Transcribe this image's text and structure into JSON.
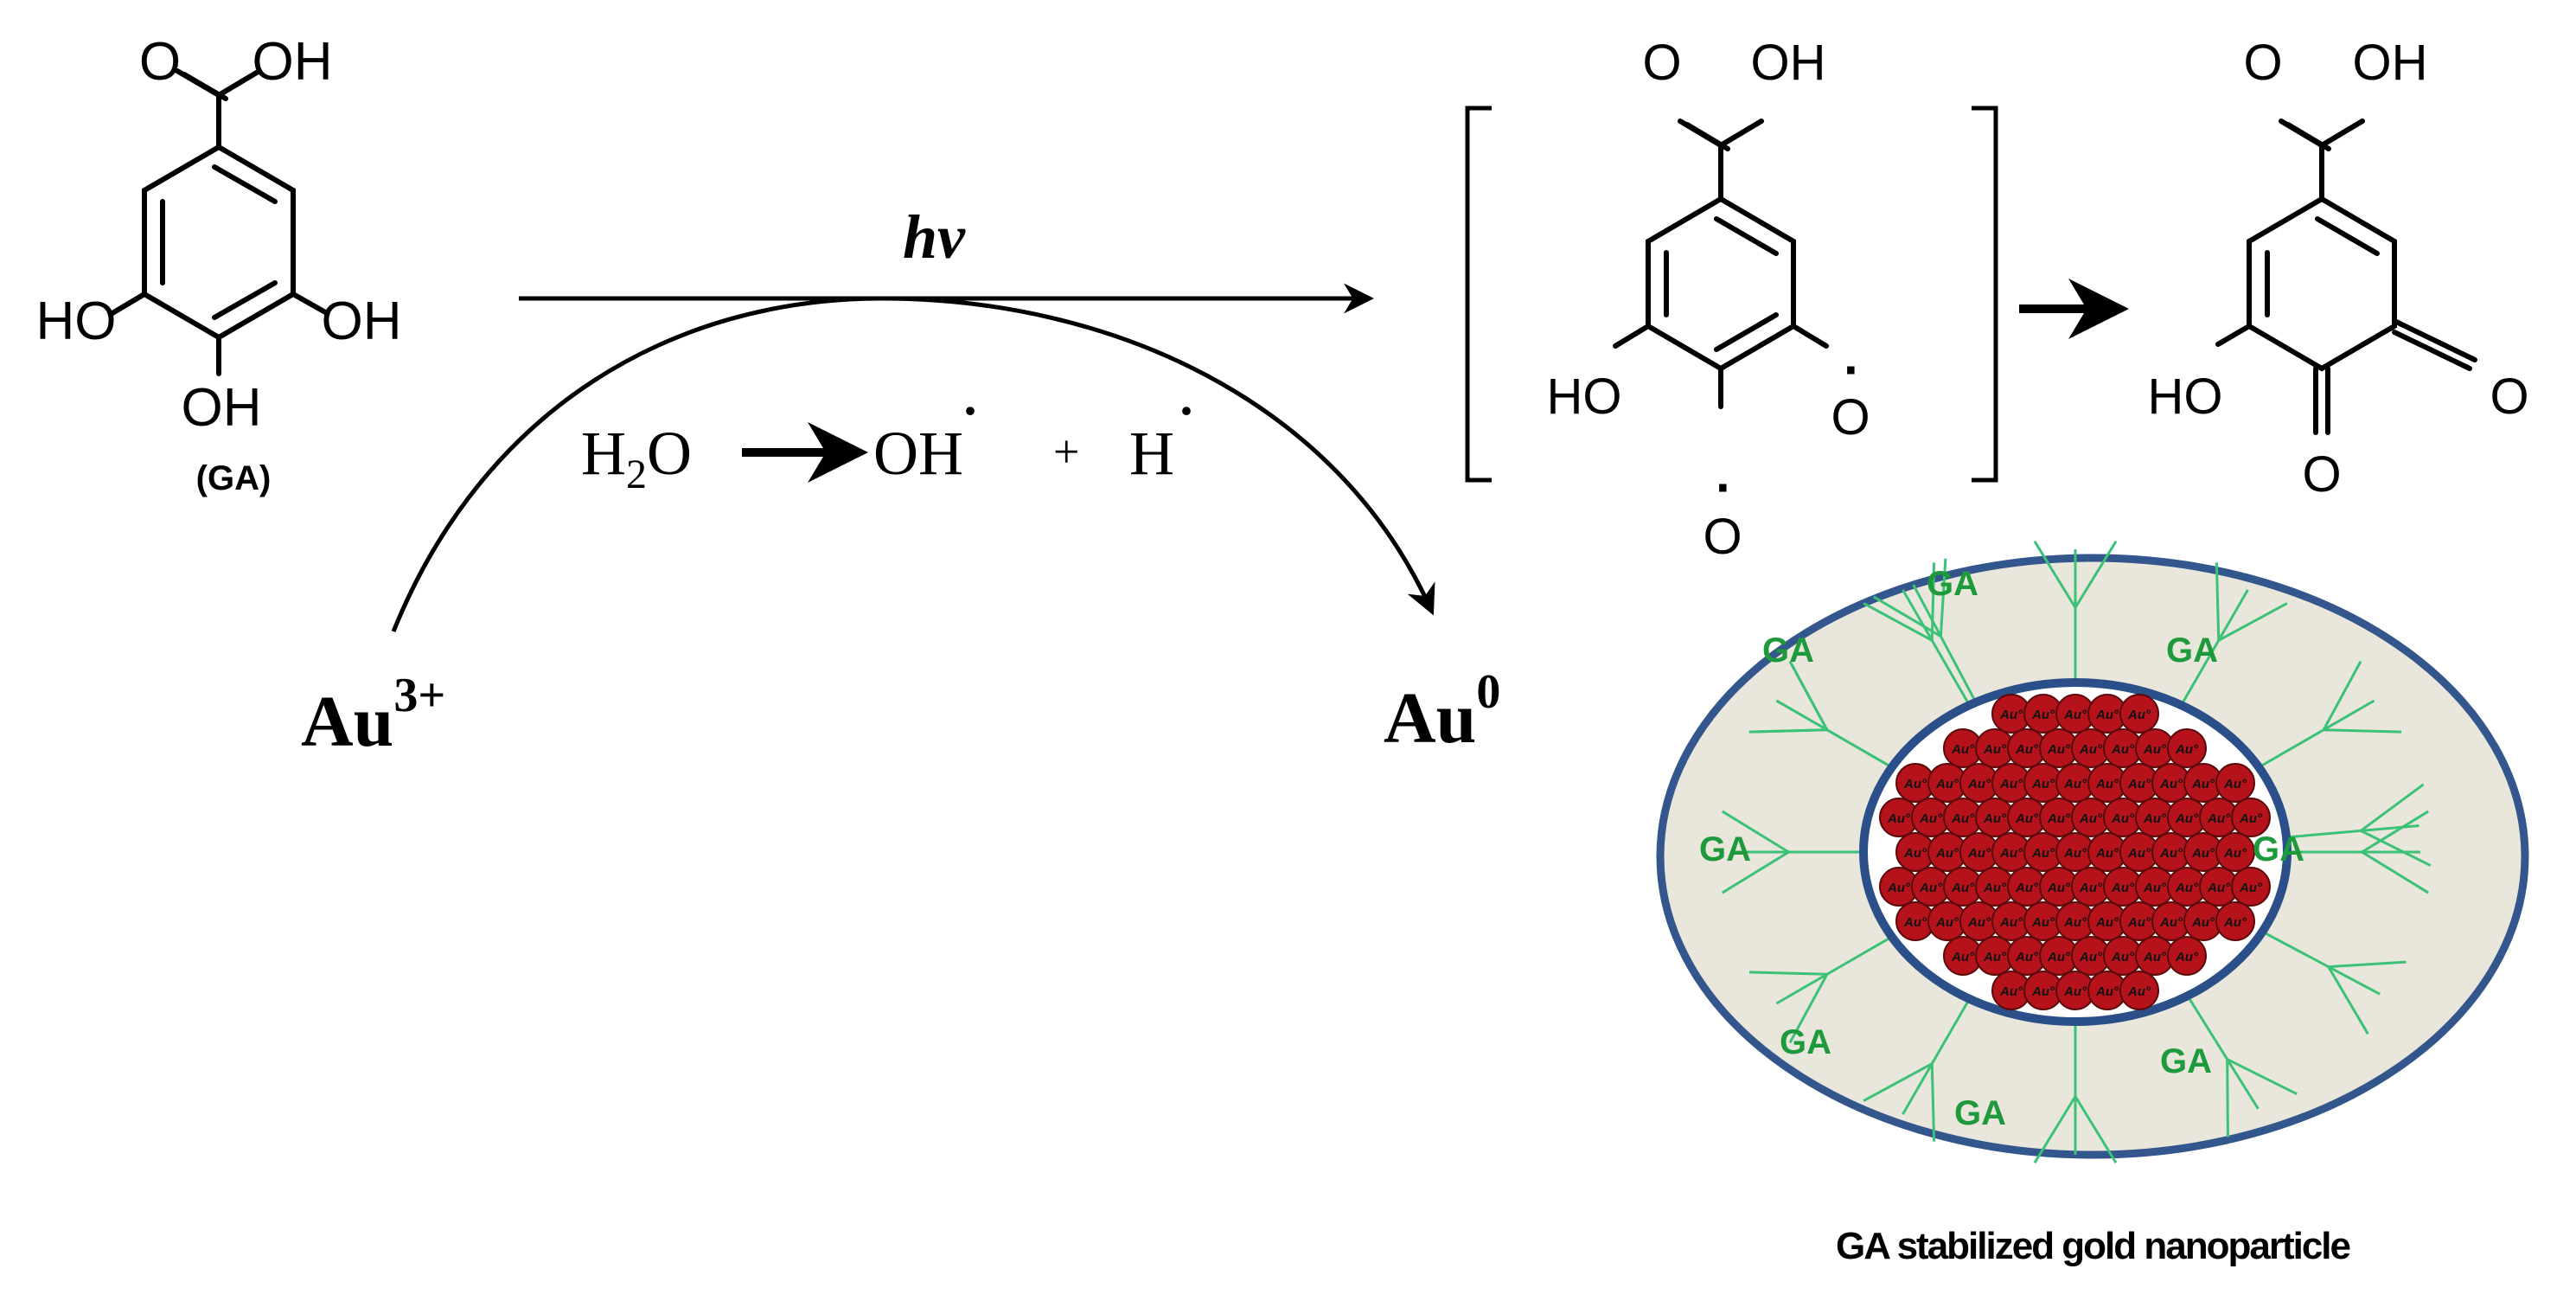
{
  "gallic_acid": {
    "label": "(GA)",
    "substituents": {
      "top": "O",
      "acid": "OH",
      "left": "HO",
      "right": "OH",
      "bottom": "OH"
    }
  },
  "reaction": {
    "light": "hv",
    "reactant": "Au",
    "reactant_charge": "3+",
    "product": "Au",
    "product_charge": "0",
    "water_formula": "H",
    "water_subscript": "2",
    "water_tail": "O",
    "hydroxyl": "OH",
    "radical_dot": "·",
    "plus": "+",
    "hydrogen": "H"
  },
  "radical_intermediate": {
    "substituents": {
      "top": "O",
      "acid": "OH",
      "left": "HO",
      "right": "O",
      "bottom": "O",
      "radical_dot": "·"
    }
  },
  "quinone_product": {
    "substituents": {
      "top": "O",
      "acid": "OH",
      "left": "HO",
      "right": "O",
      "bottom": "O"
    }
  },
  "nanoparticle": {
    "ligand_label": "GA",
    "core_label": "Au°",
    "caption": "GA stabilized gold nanoparticle",
    "colors": {
      "outer_fill": "#e9e6dc",
      "outer_ring": "#33568c",
      "core_fill": "#ffffff",
      "core_ring": "#2b4f89",
      "atom_fill": "#b5121b",
      "ligand_line": "#3cc276",
      "ligand_text": "#1e9a3c"
    }
  }
}
